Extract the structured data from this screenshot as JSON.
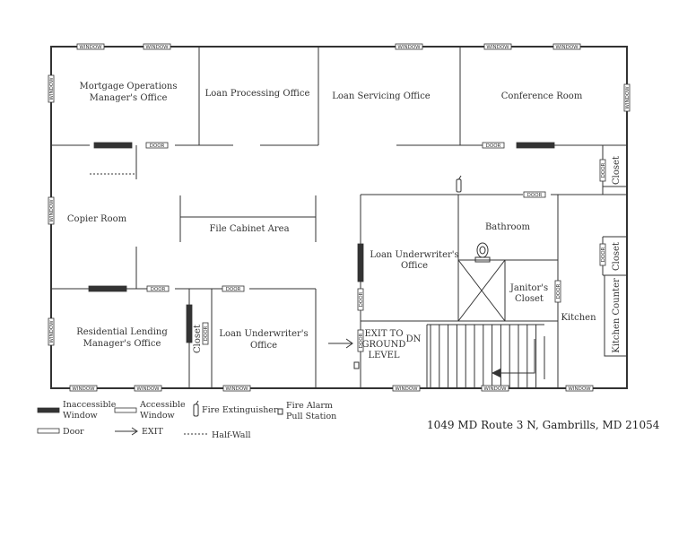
{
  "address": "1049 MD Route 3 N, Gambrills, MD 21054",
  "rooms": {
    "mortgage_ops": [
      "Mortgage Operations",
      "Manager's Office"
    ],
    "loan_processing": "Loan Processing Office",
    "loan_servicing": "Loan Servicing Office",
    "conference": "Conference Room",
    "copier": "Copier Room",
    "file_cabinet": "File Cabinet Area",
    "bathroom": "Bathroom",
    "loan_underwriter_upper": [
      "Loan Underwriter's",
      "Office"
    ],
    "janitor": [
      "Janitor's",
      "Closet"
    ],
    "kitchen": "Kitchen",
    "kitchen_counter": "Kitchen Counter",
    "residential": [
      "Residential Lending",
      "Manager's Office"
    ],
    "loan_underwriter_lower": [
      "Loan Underwriter's",
      "Office"
    ],
    "closet": "Closet",
    "exit_label": [
      "EXIT TO",
      "GROUND",
      "LEVEL"
    ],
    "stairs_dn": "DN"
  },
  "tags": {
    "window": "WINDOW",
    "door": "DOOR"
  },
  "legend": {
    "inaccessible_window": [
      "Inaccessible",
      "Window"
    ],
    "accessible_window": [
      "Accessible",
      "Window"
    ],
    "fire_extinguisher": "Fire Extinguisher",
    "fire_alarm": [
      "Fire Alarm",
      "Pull Station"
    ],
    "door": "Door",
    "exit": "EXIT",
    "half_wall": "Half-Wall"
  },
  "colors": {
    "line": "#333333",
    "background": "#ffffff"
  }
}
